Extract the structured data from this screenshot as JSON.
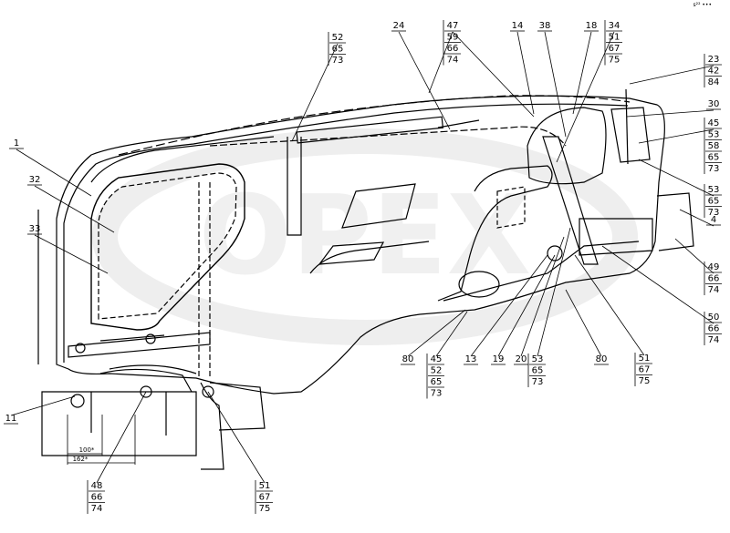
{
  "watermark": "OPEX",
  "corner_mark": "s²² •••",
  "dimensions": {
    "lower": "162*",
    "upper": "100*"
  },
  "colors": {
    "line": "#000000",
    "watermark": "#d9d9d9"
  },
  "callouts": [
    {
      "id": "c1",
      "labels": [
        "1"
      ]
    },
    {
      "id": "c32",
      "labels": [
        "32"
      ]
    },
    {
      "id": "c33",
      "labels": [
        "33"
      ]
    },
    {
      "id": "c11",
      "labels": [
        "11"
      ]
    },
    {
      "id": "c48",
      "labels": [
        "48",
        "66",
        "74"
      ]
    },
    {
      "id": "c51a",
      "labels": [
        "51",
        "67",
        "75"
      ]
    },
    {
      "id": "c52",
      "labels": [
        "52",
        "65",
        "73"
      ]
    },
    {
      "id": "c24",
      "labels": [
        "24"
      ]
    },
    {
      "id": "c47",
      "labels": [
        "47",
        "59",
        "66",
        "74"
      ]
    },
    {
      "id": "c14",
      "labels": [
        "14"
      ]
    },
    {
      "id": "c38",
      "labels": [
        "38"
      ]
    },
    {
      "id": "c18",
      "labels": [
        "18"
      ]
    },
    {
      "id": "c34",
      "labels": [
        "34",
        "51",
        "67",
        "75"
      ]
    },
    {
      "id": "c23",
      "labels": [
        "23",
        "42",
        "84"
      ]
    },
    {
      "id": "c30",
      "labels": [
        "30"
      ]
    },
    {
      "id": "c45a",
      "labels": [
        "45",
        "53",
        "58",
        "65",
        "73"
      ]
    },
    {
      "id": "c53a",
      "labels": [
        "53",
        "65",
        "73"
      ]
    },
    {
      "id": "c4",
      "labels": [
        "4"
      ]
    },
    {
      "id": "c49",
      "labels": [
        "49",
        "66",
        "74"
      ]
    },
    {
      "id": "c50",
      "labels": [
        "50",
        "66",
        "74"
      ]
    },
    {
      "id": "c51b",
      "labels": [
        "51",
        "67",
        "75"
      ]
    },
    {
      "id": "c80a",
      "labels": [
        "80"
      ]
    },
    {
      "id": "c80b",
      "labels": [
        "80"
      ]
    },
    {
      "id": "c45b",
      "labels": [
        "45",
        "52",
        "65",
        "73"
      ]
    },
    {
      "id": "c13",
      "labels": [
        "13"
      ]
    },
    {
      "id": "c19",
      "labels": [
        "19"
      ]
    },
    {
      "id": "c20",
      "labels": [
        "20"
      ]
    },
    {
      "id": "c53b",
      "labels": [
        "53",
        "65",
        "73"
      ]
    }
  ]
}
